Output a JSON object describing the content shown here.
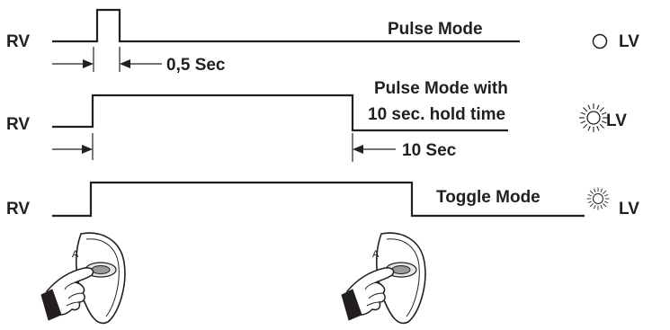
{
  "diagram": {
    "rows": [
      {
        "signal_label": "RV",
        "mode_label": "Pulse Mode",
        "indicator_label": "LV",
        "indicator_state": "off",
        "timing_label": "0,5 Sec"
      },
      {
        "signal_label": "RV",
        "mode_label_line1": "Pulse Mode with",
        "mode_label_line2": "10 sec. hold time",
        "indicator_label": "LV",
        "indicator_state": "on",
        "timing_label": "10 Sec"
      },
      {
        "signal_label": "RV",
        "mode_label": "Toggle Mode",
        "indicator_label": "LV",
        "indicator_state": "on"
      }
    ],
    "remotes": [
      {
        "button_label": "A"
      },
      {
        "button_label": "A"
      }
    ]
  },
  "colors": {
    "ink": "#231f20",
    "background": "#ffffff"
  }
}
